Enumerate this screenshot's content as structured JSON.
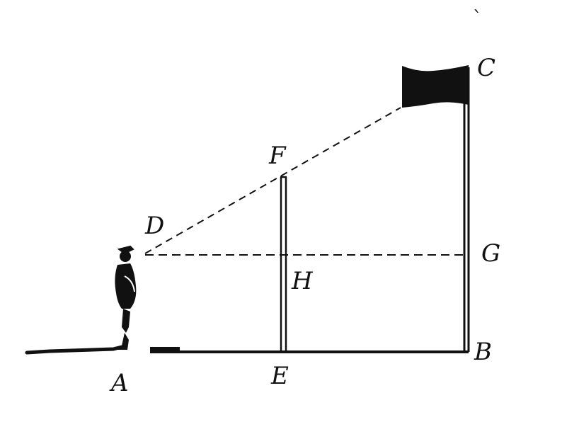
{
  "figure": {
    "points": {
      "A": "A",
      "B": "B",
      "C": "C",
      "D": "D",
      "E": "E",
      "F": "F",
      "G": "G",
      "H": "H"
    },
    "stray_mark": "`"
  },
  "colors": {
    "ink": "#111111",
    "background": "#ffffff"
  }
}
